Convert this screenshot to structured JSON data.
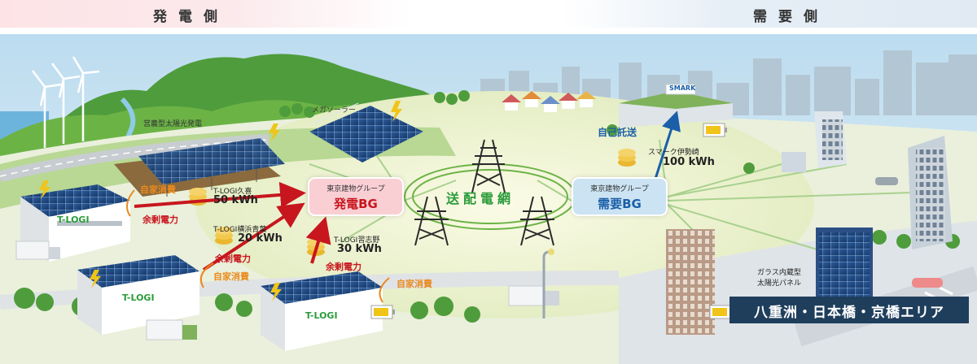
{
  "header": {
    "left_label": "発電側",
    "right_label": "需要側"
  },
  "plants": {
    "agri_solar": "営農型太陽光発電",
    "mega_solar": "メガソーラー"
  },
  "t_logi_badge": "T-LOGI",
  "facilities": [
    {
      "name": "T-LOGI久喜",
      "amount": "50 kWh"
    },
    {
      "name": "T-LOGI横浜青葉",
      "amount": "20 kWh"
    },
    {
      "name": "T-LOGI習志野",
      "amount": "30 kWh"
    },
    {
      "name": "スマーク伊勢崎",
      "amount": "100 kWh"
    }
  ],
  "flows": {
    "self_use": "自家消費",
    "surplus": "余剰電力",
    "self_wheeling": "自己託送"
  },
  "groups": {
    "generation": {
      "caption": "東京建物グループ",
      "name": "発電BG"
    },
    "demand": {
      "caption": "東京建物グループ",
      "name": "需要BG"
    }
  },
  "grid_label": "送配電網",
  "glass_panel": {
    "line1": "ガラス内蔵型",
    "line2": "太陽光パネル"
  },
  "store_sign": "SMARK",
  "area_label": "八重洲・日本橋・京橋エリア",
  "colors": {
    "generation_accent": "#c8161e",
    "demand_accent": "#1a5fa8",
    "grid_green": "#2b9b3a",
    "self_use_orange": "#ea8a1d",
    "area_bg": "#1f3e5c"
  }
}
